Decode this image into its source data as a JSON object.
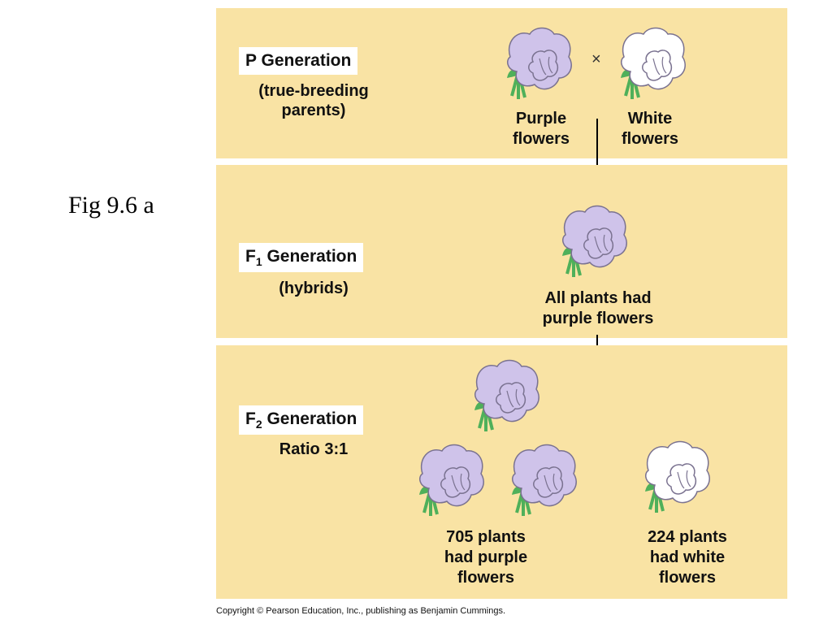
{
  "figure_label": "Fig 9.6 a",
  "p_generation": {
    "title_letter": "P",
    "title_text": "Generation",
    "subtitle_line1": "(true-breeding",
    "subtitle_line2": "parents)",
    "cross_symbol": "×",
    "left_caption_line1": "Purple",
    "left_caption_line2": "flowers",
    "right_caption_line1": "White",
    "right_caption_line2": "flowers"
  },
  "f1_generation": {
    "title_letter": "F",
    "title_sub": "1",
    "title_text": "Generation",
    "subtitle": "(hybrids)",
    "caption_line1": "All plants had",
    "caption_line2": "purple flowers"
  },
  "f2_generation": {
    "title_letter": "F",
    "title_sub": "2",
    "title_text": "Generation",
    "subtitle": "Ratio 3:1",
    "purple_caption_line1": "705 plants",
    "purple_caption_line2": "had purple",
    "purple_caption_line3": "flowers",
    "white_caption_line1": "224 plants",
    "white_caption_line2": "had white",
    "white_caption_line3": "flowers"
  },
  "colors": {
    "panel": "#f9e3a4",
    "purple_flower": "#cfc3ea",
    "white_flower": "#ffffff",
    "stem": "#4fb05a"
  },
  "copyright": "Copyright © Pearson Education, Inc., publishing as Benjamin Cummings."
}
